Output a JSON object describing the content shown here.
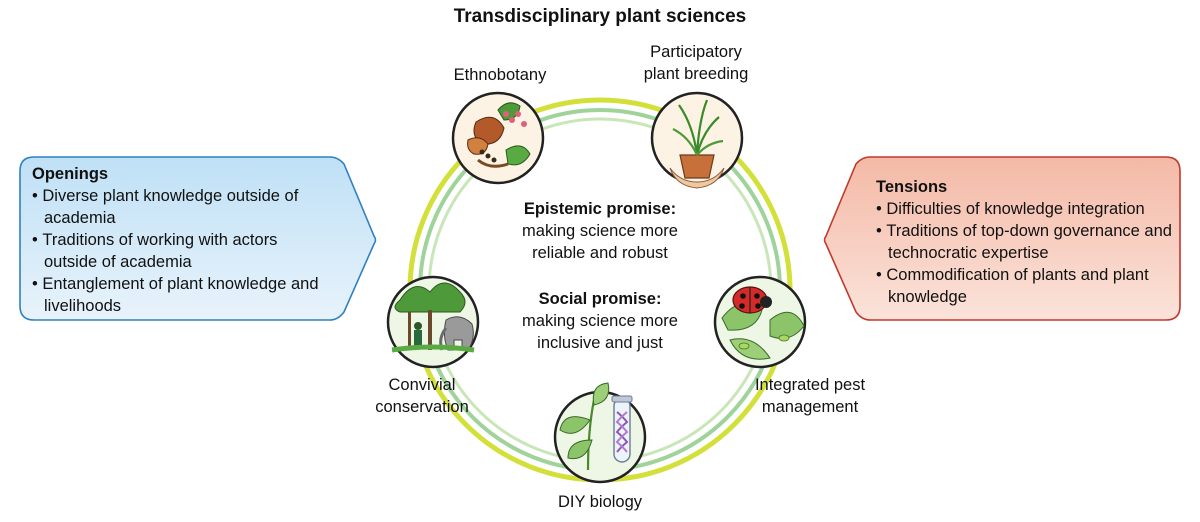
{
  "title": "Transdisciplinary plant sciences",
  "openings": {
    "heading": "Openings",
    "items": [
      "Diverse plant knowledge outside of academia",
      "Traditions of working with actors outside of academia",
      "Entanglement of plant knowledge and livelihoods"
    ]
  },
  "tensions": {
    "heading": "Tensions",
    "items": [
      "Difficulties of knowledge integration",
      "Traditions of top-down governance and technocratic expertise",
      "Commodification of plants and plant knowledge"
    ]
  },
  "promises": {
    "epistemic_heading": "Epistemic promise:",
    "epistemic_line1": "making science more",
    "epistemic_line2": "reliable and robust",
    "social_heading": "Social promise:",
    "social_line1": "making science more",
    "social_line2": "inclusive and just"
  },
  "nodes": {
    "ethnobotany": "Ethnobotany",
    "participatory_line1": "Participatory",
    "participatory_line2": "plant breeding",
    "convivial_line1": "Convivial",
    "convivial_line2": "conservation",
    "ipm_line1": "Integrated pest",
    "ipm_line2": "management",
    "diy": "DIY biology"
  },
  "colors": {
    "openings_fill": "#cfe6f7",
    "openings_border": "#2f80c0",
    "tensions_fill": "#f7c9ba",
    "tensions_border": "#c0392b",
    "ring_outer": "#d4e03a",
    "ring_inner": "#9fd39a"
  }
}
